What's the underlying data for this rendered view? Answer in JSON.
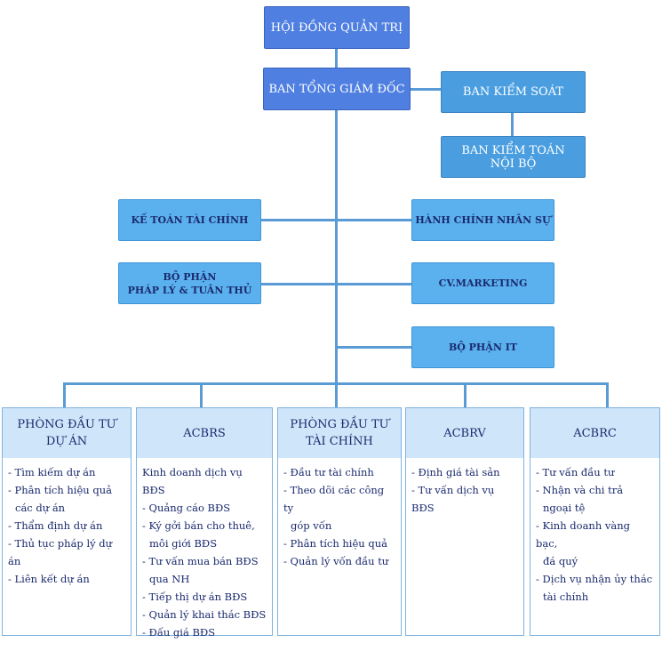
{
  "top": {
    "board": "HỘI ĐỒNG QUẢN TRỊ",
    "executive": "BAN TỔNG GIÁM ĐỐC",
    "supervisory": "BAN KIỂM SOÁT",
    "internal_audit_line1": "BAN KIỂM TOÁN",
    "internal_audit_line2": "NỘI BỘ"
  },
  "support": {
    "finance": "KẾ TOÁN TÀI CHÍNH",
    "hr": "HÀNH CHÍNH NHÂN SỰ",
    "legal_line1": "BỘ PHẬN",
    "legal_line2": "PHÁP LÝ & TUÂN THỦ",
    "marketing": "CV.MARKETING",
    "it": "BỘ PHẬN IT"
  },
  "departments": [
    {
      "title_line1": "PHÒNG ĐẦU TƯ",
      "title_line2": "DỰ ÁN",
      "items": [
        "- Tìm kiếm dự án",
        "- Phân tích hiệu quả",
        "các dự án",
        "- Thẩm định dự án",
        "- Thủ tục pháp lý dự án",
        "- Liên kết dự án"
      ]
    },
    {
      "title_line1": "ACBRS",
      "title_line2": "",
      "items": [
        "Kinh doanh dịch vụ BĐS",
        "- Quảng cáo BĐS",
        "- Ký gởi bán cho thuê,",
        "môi giới BĐS",
        "- Tư vấn mua bán BĐS",
        "qua NH",
        "- Tiếp thị dự án BĐS",
        "- Quản lý khai thác BĐS",
        "- Đấu giá BĐS"
      ]
    },
    {
      "title_line1": "PHÒNG ĐẦU TƯ",
      "title_line2": "TÀI CHÍNH",
      "items": [
        "- Đầu tư tài chính",
        "- Theo dõi các công ty",
        "góp vốn",
        "- Phân tích hiệu quả",
        "- Quản lý vốn đầu tư"
      ]
    },
    {
      "title_line1": "ACBRV",
      "title_line2": "",
      "items": [
        "- Định giá tài sản",
        "- Tư vấn dịch vụ BĐS"
      ]
    },
    {
      "title_line1": "ACBRC",
      "title_line2": "",
      "items": [
        "- Tư vấn đầu tư",
        "- Nhận và chi trả",
        "ngoại tệ",
        "- Kinh doanh vàng bạc,",
        "đá quý",
        "- Dịch vụ nhận ủy thác",
        "tài chính"
      ]
    }
  ]
}
